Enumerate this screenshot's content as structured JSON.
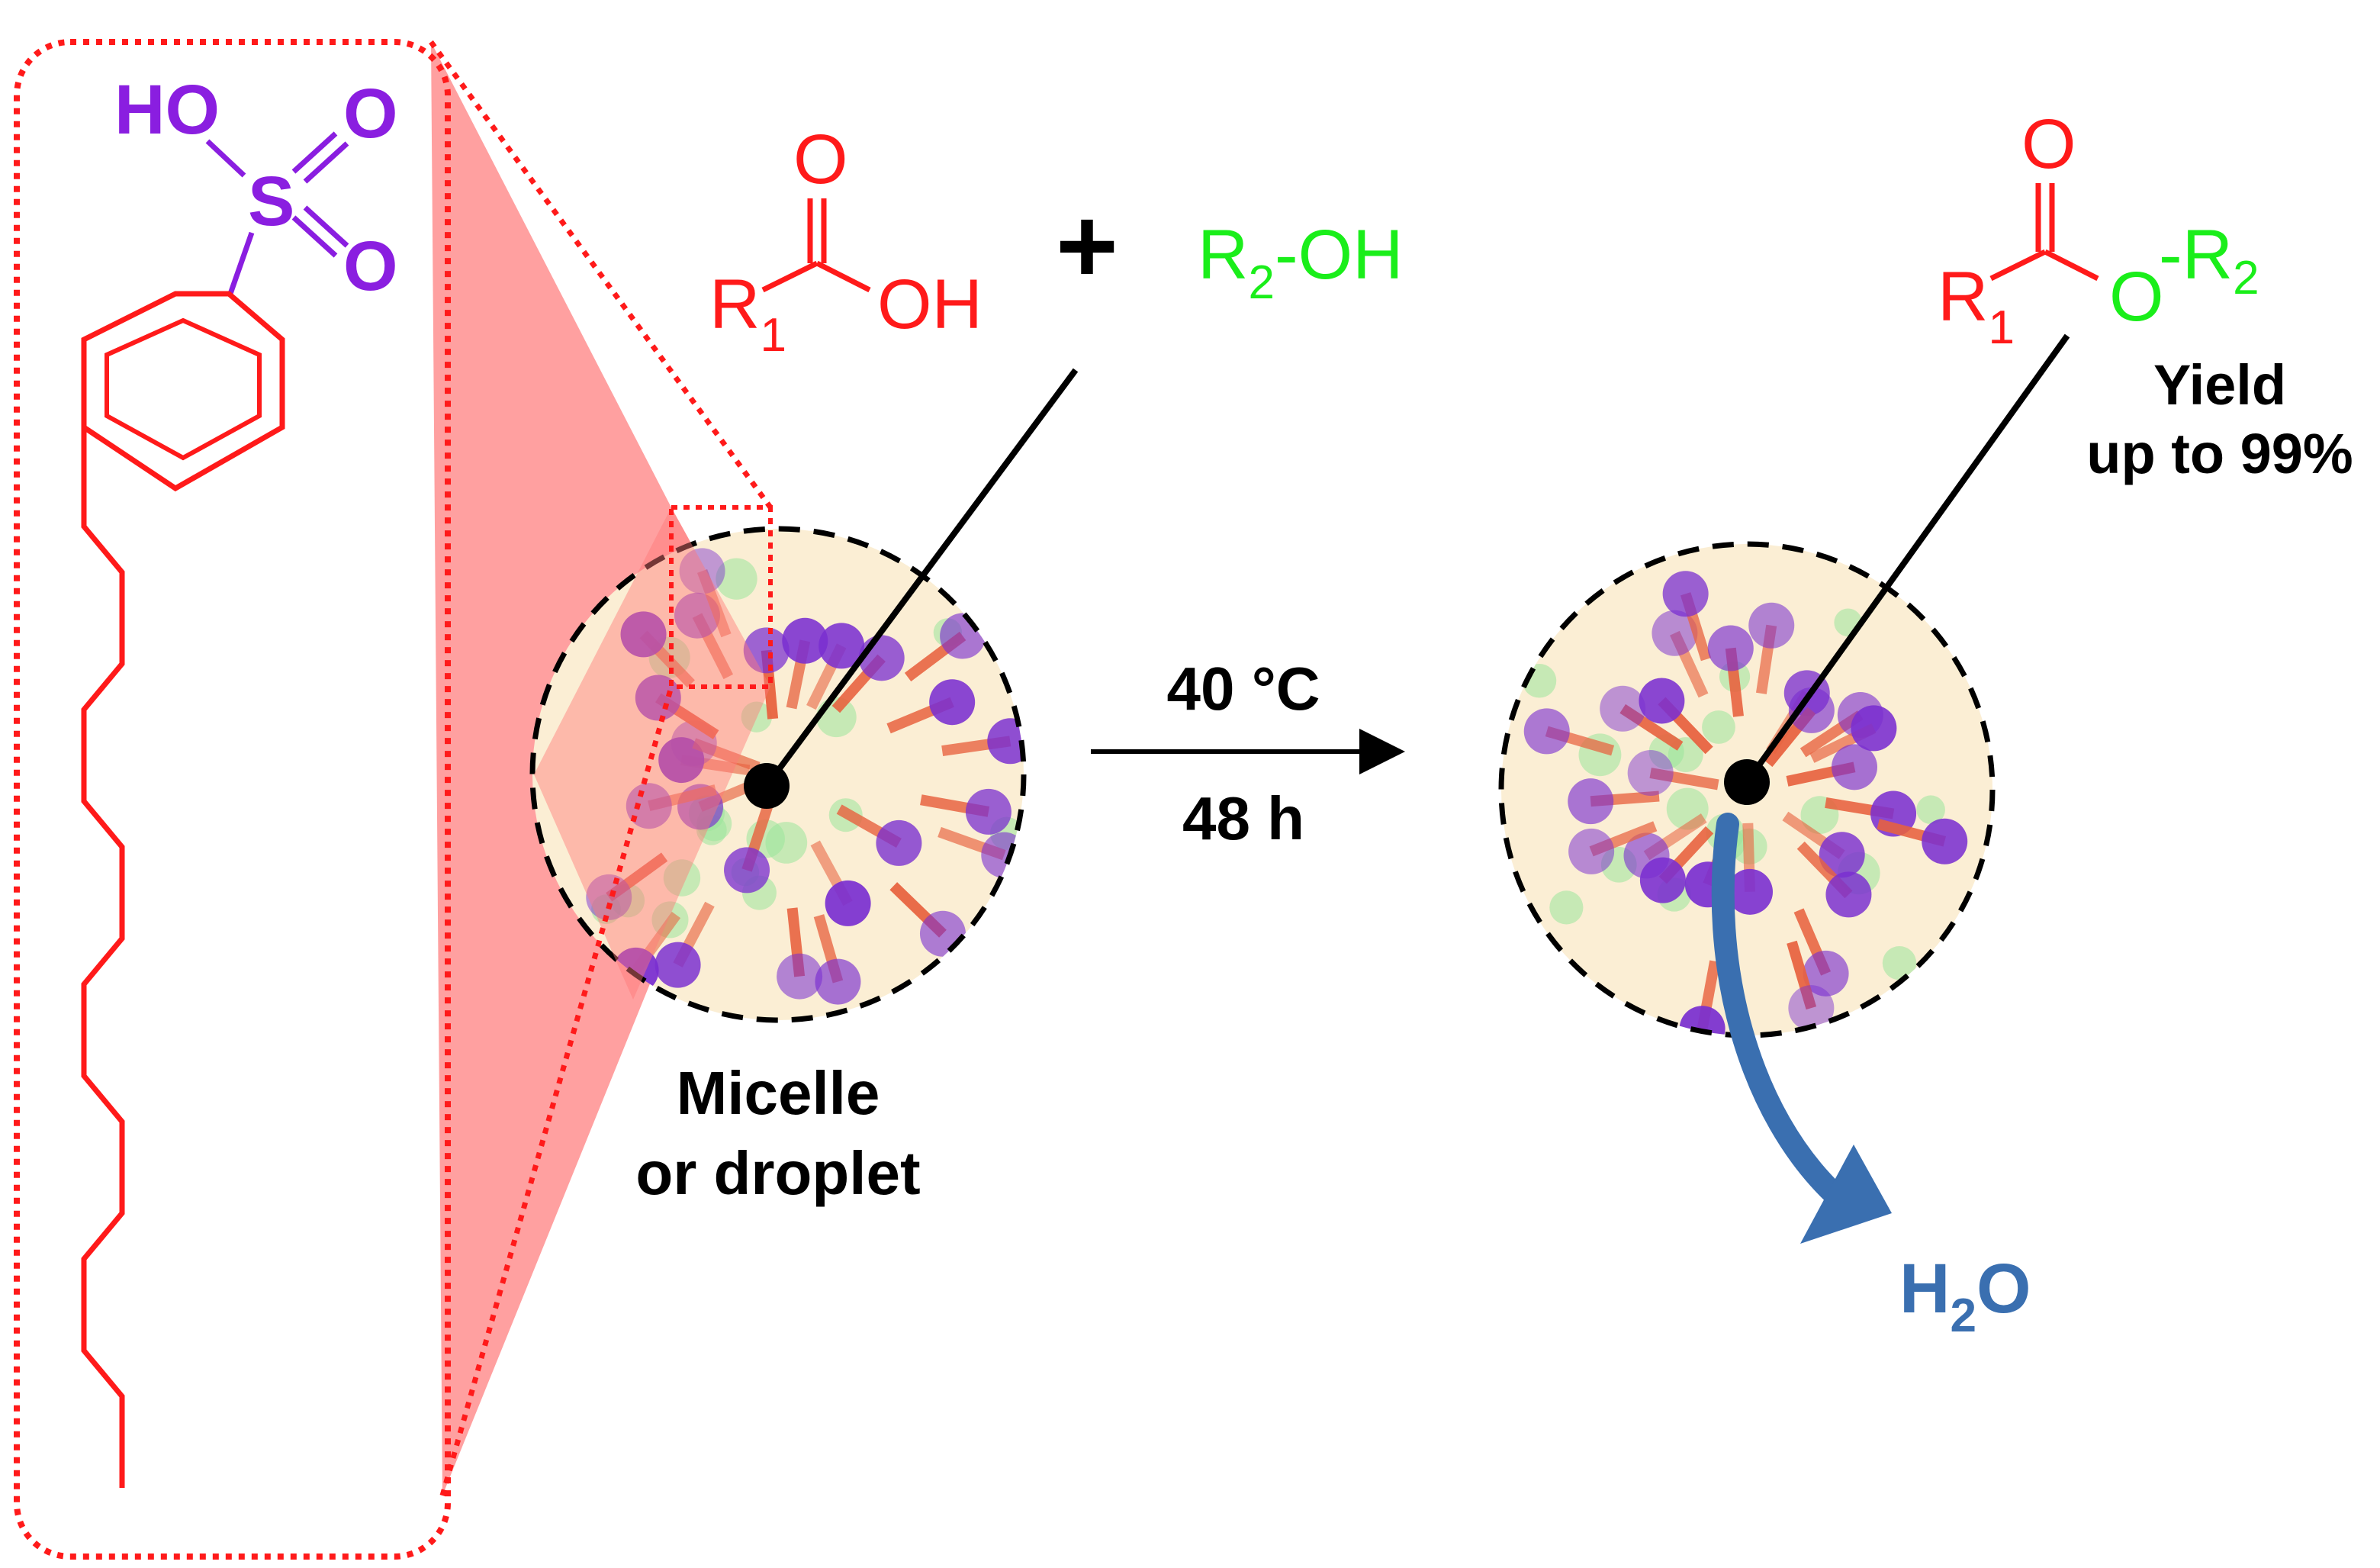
{
  "colors": {
    "red": "#ff1a1a",
    "green": "#1aee1a",
    "purple": "#8a1ee0",
    "blue": "#3a6fb0",
    "black": "#000000",
    "micelle_fill": "#fbeed4",
    "zoom_fill": "#ff8f8f",
    "tail_orange": "#e8623f"
  },
  "surfactant": {
    "ho": "HO",
    "s": "S",
    "o_top": "O",
    "o_bottom": "O"
  },
  "acid": {
    "o": "O",
    "r": "R",
    "r_sub": "1",
    "oh": "OH"
  },
  "plus": "+",
  "alcohol": {
    "r": "R",
    "r_sub": "2",
    "oh": "-OH"
  },
  "ester": {
    "o_top": "O",
    "r1": "R",
    "r1_sub": "1",
    "o_link": "O",
    "r2_prefix": "-R",
    "r2_sub": "2"
  },
  "yield": {
    "line1": "Yield",
    "line2": "up to 99%"
  },
  "conditions": {
    "temperature": "40 °C",
    "time": "48 h"
  },
  "micelle_label": {
    "line1": "Micelle",
    "line2": "or droplet"
  },
  "water": {
    "h": "H",
    "sub": "2",
    "o": "O"
  }
}
